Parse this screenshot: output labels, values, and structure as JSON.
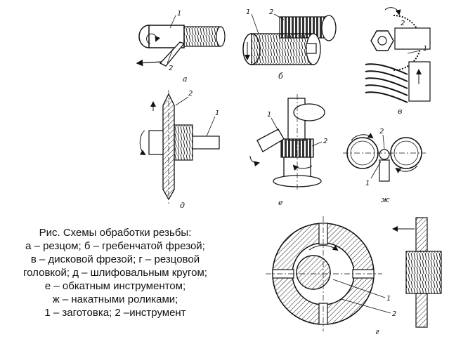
{
  "caption": {
    "title": "Рис. Схемы обработки резьбы:",
    "lines": [
      "а – резцом; б – гребенчатой фрезой;",
      "в – дисковой фрезой; г – резцовой",
      "головкой; д – шлифовальным кругом;",
      "е – обкатным инструментом;",
      "ж – накатными роликами;",
      "1 – заготовка; 2 –инструмент"
    ]
  },
  "figures": {
    "a": {
      "label": "а",
      "n1": "1",
      "n2": "2"
    },
    "b": {
      "label": "б",
      "n1": "1",
      "n2": "2"
    },
    "v": {
      "label": "в",
      "n1": "1",
      "n2": "2"
    },
    "d": {
      "label": "д",
      "n1": "1",
      "n2": "2"
    },
    "e": {
      "label": "е",
      "n1": "1",
      "n2": "2"
    },
    "zh": {
      "label": "ж",
      "n1": "1",
      "n2": "2"
    },
    "g": {
      "label": "г",
      "n1": "1",
      "n2": "2"
    }
  }
}
